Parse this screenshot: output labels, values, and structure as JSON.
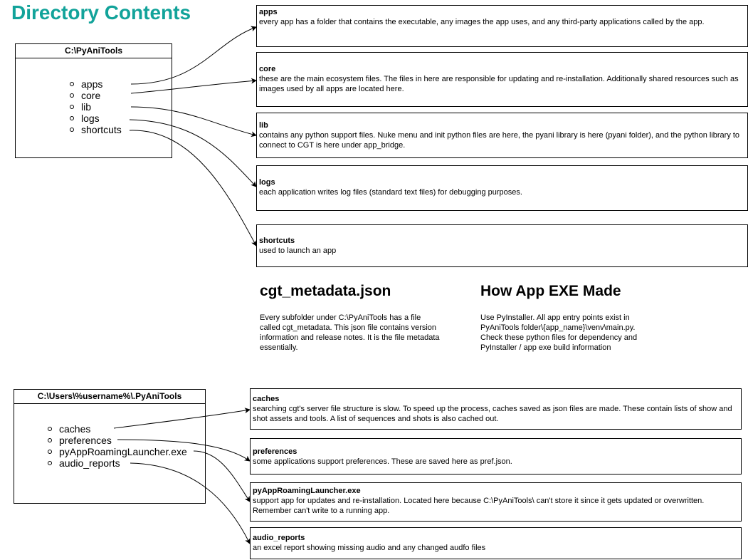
{
  "page_title": "Directory Contents",
  "tree1": {
    "title": "C:\\PyAniTools",
    "items": [
      "apps",
      "core",
      "lib",
      "logs",
      "shortcuts"
    ]
  },
  "tree1_descriptions": [
    {
      "title": "apps",
      "text": "every app has a folder that contains the executable, any images the app uses, and any third-party applications called by the app."
    },
    {
      "title": "core",
      "text": "these are the main ecosystem files. The files in here are responsible for updating and re-installation. Additionally shared resources such as images used by all apps are located here."
    },
    {
      "title": "lib",
      "text": "contains any python support files. Nuke menu and init python files are here, the pyani library is here (pyani folder), and the python library to connect to CGT is here under app_bridge."
    },
    {
      "title": "logs",
      "text": "each application writes log files (standard text files) for debugging purposes."
    },
    {
      "title": "shortcuts",
      "text": "used to launch an app"
    }
  ],
  "cgt_metadata": {
    "title": "cgt_metadata.json",
    "text": "Every subfolder under C:\\PyAniTools has a file called cgt_metadata. This json file contains version information and release notes. It is the file metadata essentially."
  },
  "how_exe": {
    "title": "How App EXE Made",
    "text": "Use PyInstaller. All app entry points exist in PyAniTools folder\\{app_name}\\venv\\main.py. Check these python files for dependency and PyInstaller / app exe build information"
  },
  "tree2": {
    "title": "C:\\Users\\%username%\\.PyAniTools",
    "items": [
      "caches",
      "preferences",
      "pyAppRoamingLauncher.exe",
      "audio_reports"
    ]
  },
  "tree2_descriptions": [
    {
      "title": "caches",
      "text": "searching cgt's server file structure is slow. To speed up the process, caches saved as json files are made. These contain lists of show and shot assets and tools. A list of sequences and shots is also cached out."
    },
    {
      "title": "preferences",
      "text": "some applications support preferences. These are saved here as pref.json."
    },
    {
      "title": "pyAppRoamingLauncher.exe",
      "text": "support app for updates and re-installation. Located here because C:\\PyAniTools\\ can't store it since it gets updated or overwritten. Remember can't write to a running app."
    },
    {
      "title": "audio_reports",
      "text": "an excel report showing missing audio and any changed audfo files"
    }
  ]
}
